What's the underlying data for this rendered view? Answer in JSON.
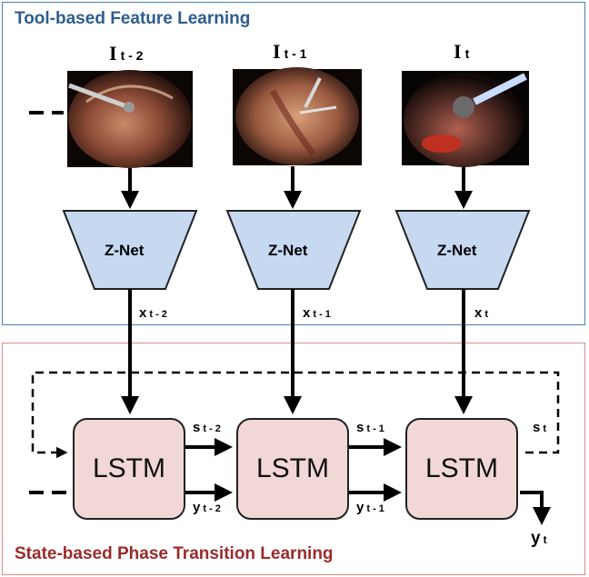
{
  "top_panel": {
    "title": "Tool-based Feature Learning"
  },
  "bottom_panel": {
    "title": "State-based Phase Transition Learning"
  },
  "frames": [
    {
      "symbol": "I",
      "sub": "t - 2"
    },
    {
      "symbol": "I",
      "sub": "t - 1"
    },
    {
      "symbol": "I",
      "sub": "t"
    }
  ],
  "znet_label": "Z-Net",
  "features": [
    {
      "symbol": "x",
      "sub": "t - 2"
    },
    {
      "symbol": "x",
      "sub": "t - 1"
    },
    {
      "symbol": "x",
      "sub": "t"
    }
  ],
  "lstm_label": "LSTM",
  "states": [
    {
      "symbol": "s",
      "sub": "t - 2"
    },
    {
      "symbol": "s",
      "sub": "t - 1"
    },
    {
      "symbol": "s",
      "sub": "t"
    }
  ],
  "outputs": [
    {
      "symbol": "y",
      "sub": "t - 2"
    },
    {
      "symbol": "y",
      "sub": "t - 1"
    },
    {
      "symbol": "y",
      "sub": "t"
    }
  ],
  "colors": {
    "top_border": "#4a7fb4",
    "top_title": "#2e5d8e",
    "bottom_border": "#d98a8a",
    "bottom_title": "#9a2b2b",
    "znet_fill": "#c6d9f0",
    "lstm_fill": "#f2d7d7"
  }
}
